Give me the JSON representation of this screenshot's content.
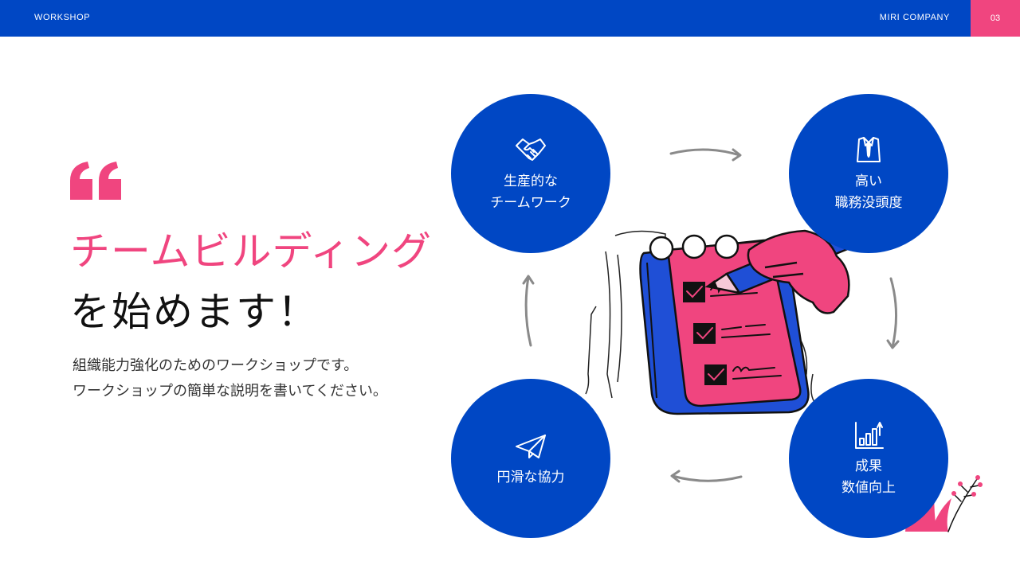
{
  "header": {
    "section": "WORKSHOP",
    "company": "MIRI COMPANY",
    "page_number": "03"
  },
  "colors": {
    "brand_blue": "#0047c4",
    "accent_pink": "#f0457f"
  },
  "hero": {
    "title_line1": "チームビルディング",
    "title_line2": "を始めます！",
    "description_line1": "組織能力強化のためのワークショップです。",
    "description_line2": "ワークショップの簡単な説明を書いてください。"
  },
  "cycle": [
    {
      "icon": "handshake-icon",
      "line1": "生産的な",
      "line2": "チームワーク"
    },
    {
      "icon": "shirt-tie-icon",
      "line1": "高い",
      "line2": "職務没頭度"
    },
    {
      "icon": "paper-plane-icon",
      "line1": "円滑な協力",
      "line2": ""
    },
    {
      "icon": "growth-chart-icon",
      "line1": "成果",
      "line2": "数値向上"
    }
  ]
}
